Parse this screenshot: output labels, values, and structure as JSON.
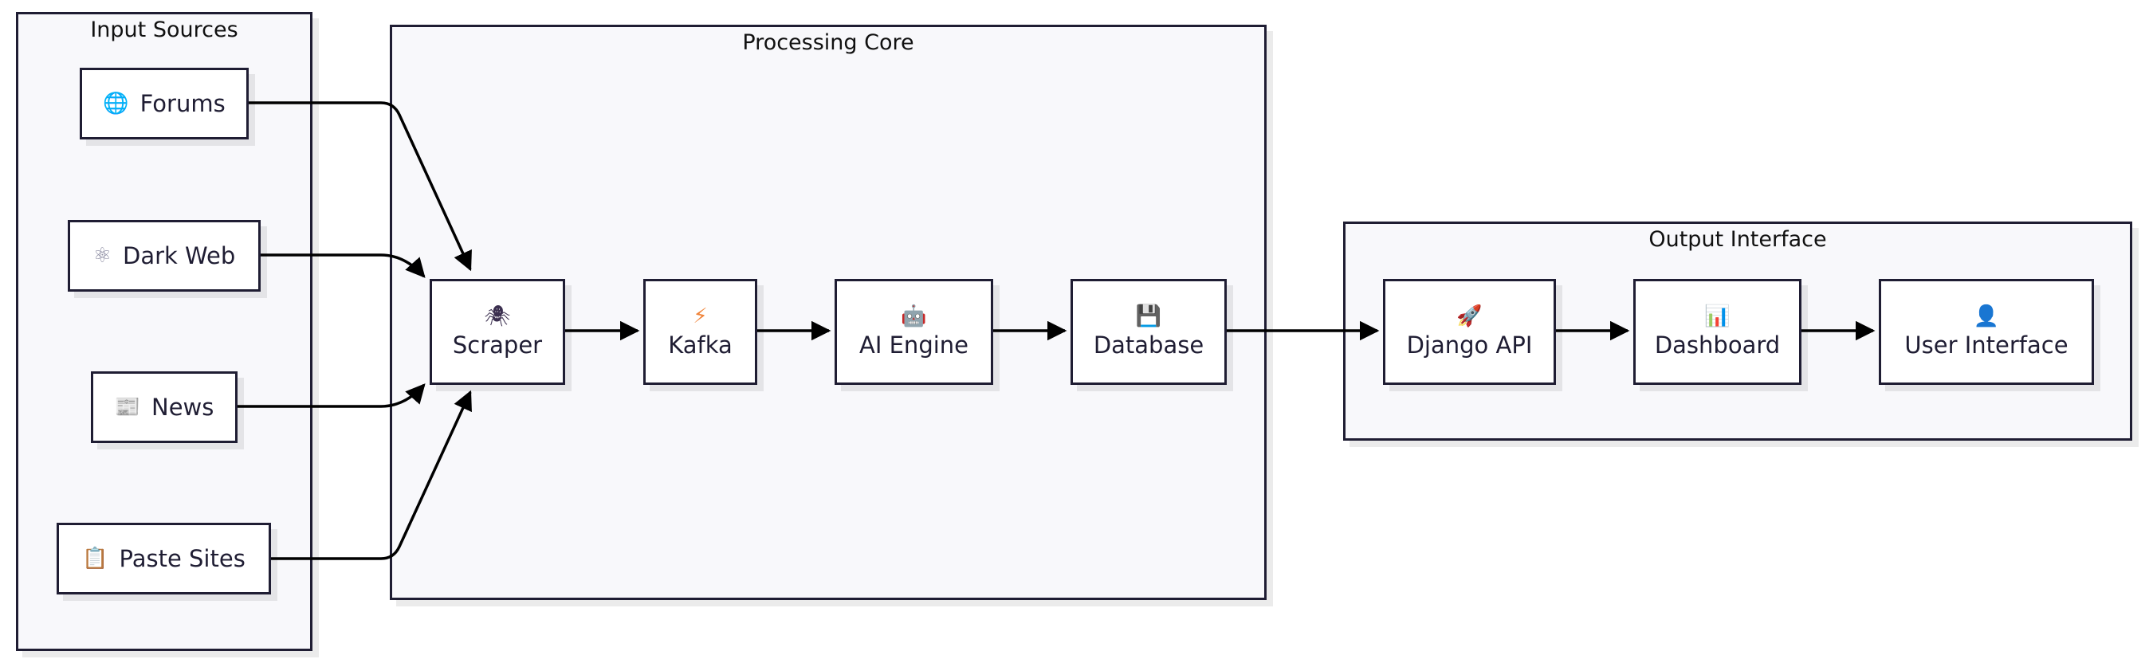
{
  "groups": {
    "input": {
      "title": "Input Sources"
    },
    "core": {
      "title": "Processing Core"
    },
    "output": {
      "title": "Output Interface"
    }
  },
  "nodes": {
    "forums": {
      "label": "Forums",
      "icon": "globe-icon"
    },
    "darkweb": {
      "label": "Dark Web",
      "icon": "atom-icon"
    },
    "news": {
      "label": "News",
      "icon": "newspaper-icon"
    },
    "paste": {
      "label": "Paste Sites",
      "icon": "clipboard-icon"
    },
    "scraper": {
      "label": "Scraper",
      "icon": "spider-icon"
    },
    "kafka": {
      "label": "Kafka",
      "icon": "lightning-icon"
    },
    "ai": {
      "label": "AI Engine",
      "icon": "robot-icon"
    },
    "database": {
      "label": "Database",
      "icon": "floppy-disk-icon"
    },
    "django": {
      "label": "Django API",
      "icon": "rocket-icon"
    },
    "dashboard": {
      "label": "Dashboard",
      "icon": "bar-chart-icon"
    },
    "ui": {
      "label": "User Interface",
      "icon": "user-icon"
    }
  },
  "colors": {
    "stroke": "#1f1d33",
    "group_fill": "#f8f8fb",
    "node_fill": "#ffffff"
  }
}
